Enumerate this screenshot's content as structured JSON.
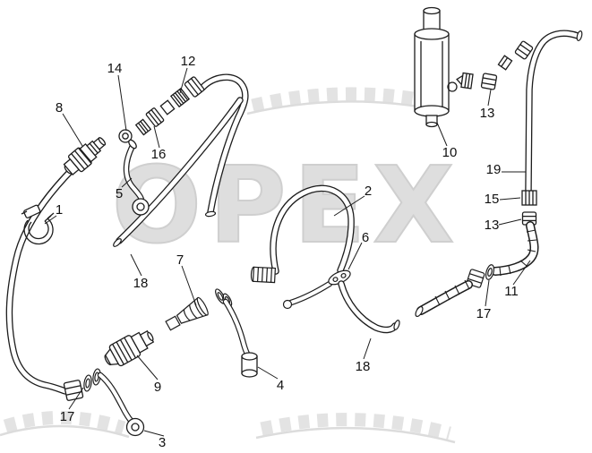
{
  "colors": {
    "background": "#ffffff",
    "line": "#1d1d1d",
    "watermark": "#dedede"
  },
  "watermark": {
    "text": "OPEX"
  },
  "callouts": {
    "c1": {
      "label": "1"
    },
    "c2": {
      "label": "2"
    },
    "c3": {
      "label": "3"
    },
    "c4": {
      "label": "4"
    },
    "c5": {
      "label": "5"
    },
    "c6": {
      "label": "6"
    },
    "c7": {
      "label": "7"
    },
    "c8": {
      "label": "8"
    },
    "c9": {
      "label": "9"
    },
    "c10": {
      "label": "10"
    },
    "c11": {
      "label": "11"
    },
    "c12": {
      "label": "12"
    },
    "c13a": {
      "label": "13"
    },
    "c13b": {
      "label": "13"
    },
    "c14": {
      "label": "14"
    },
    "c15": {
      "label": "15"
    },
    "c16": {
      "label": "16"
    },
    "c17a": {
      "label": "17"
    },
    "c17b": {
      "label": "17"
    },
    "c18a": {
      "label": "18"
    },
    "c18b": {
      "label": "18"
    },
    "c19": {
      "label": "19"
    }
  }
}
